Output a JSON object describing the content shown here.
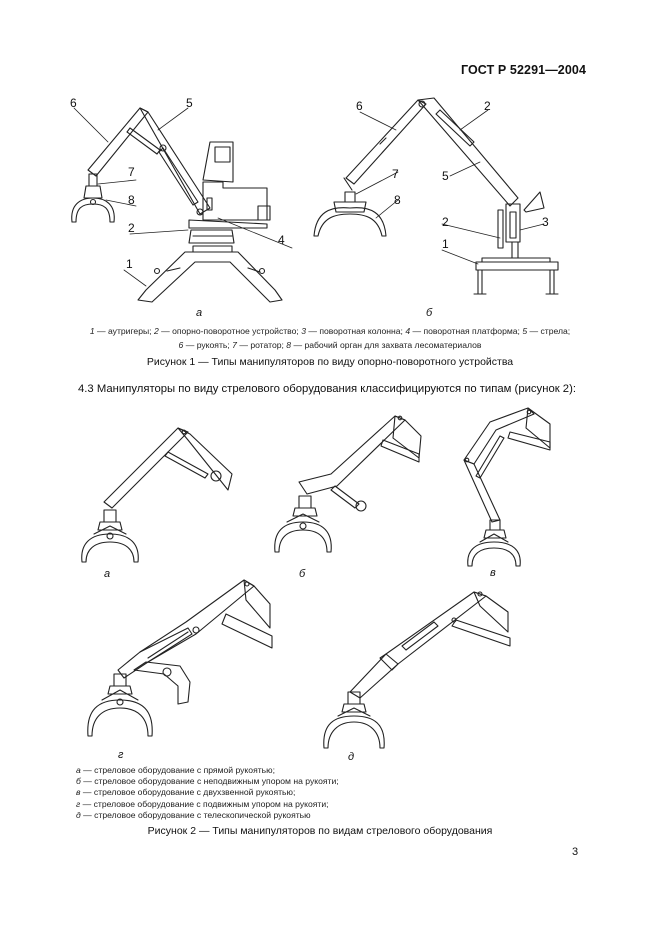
{
  "header": {
    "standard": "ГОСТ Р 52291—2004"
  },
  "figure1": {
    "subfigures": [
      {
        "letter": "а",
        "callouts": [
          "6",
          "5",
          "7",
          "8",
          "2",
          "4",
          "1"
        ]
      },
      {
        "letter": "б",
        "callouts": [
          "6",
          "2",
          "7",
          "5",
          "8",
          "2",
          "3",
          "1"
        ]
      }
    ],
    "legend": [
      {
        "num": "1",
        "text": "аутригеры;"
      },
      {
        "num": "2",
        "text": "опорно-поворотное устройство;"
      },
      {
        "num": "3",
        "text": "поворотная колонна;"
      },
      {
        "num": "4",
        "text": "поворотная платформа;"
      },
      {
        "num": "5",
        "text": "стрела;"
      },
      {
        "num": "6",
        "text": "рукоять;"
      },
      {
        "num": "7",
        "text": "ротатор;"
      },
      {
        "num": "8",
        "text": "рабочий орган для захвата лесоматериалов"
      }
    ],
    "caption": "Рисунок 1 — Типы манипуляторов по виду опорно-поворотного устройства"
  },
  "paragraph": {
    "text": "4.3  Манипуляторы по виду стрелового оборудования классифицируются по типам (рисунок 2):"
  },
  "figure2": {
    "subfigures": [
      {
        "letter": "а"
      },
      {
        "letter": "б"
      },
      {
        "letter": "в"
      },
      {
        "letter": "г"
      },
      {
        "letter": "д"
      }
    ],
    "legend": [
      {
        "letter": "а",
        "text": "стреловое оборудование с прямой рукоятью;"
      },
      {
        "letter": "б",
        "text": "стреловое оборудование с неподвижным упором на рукояти;"
      },
      {
        "letter": "в",
        "text": "стреловое оборудование с двухзвенной рукоятью;"
      },
      {
        "letter": "г",
        "text": "стреловое оборудование с подвижным упором на рукояти;"
      },
      {
        "letter": "д",
        "text": "стреловое оборудование с телескопической рукоятью"
      }
    ],
    "caption": "Рисунок 2 — Типы манипуляторов по видам стрелового оборудования"
  },
  "footer": {
    "page_number": "3"
  },
  "dash": "—"
}
